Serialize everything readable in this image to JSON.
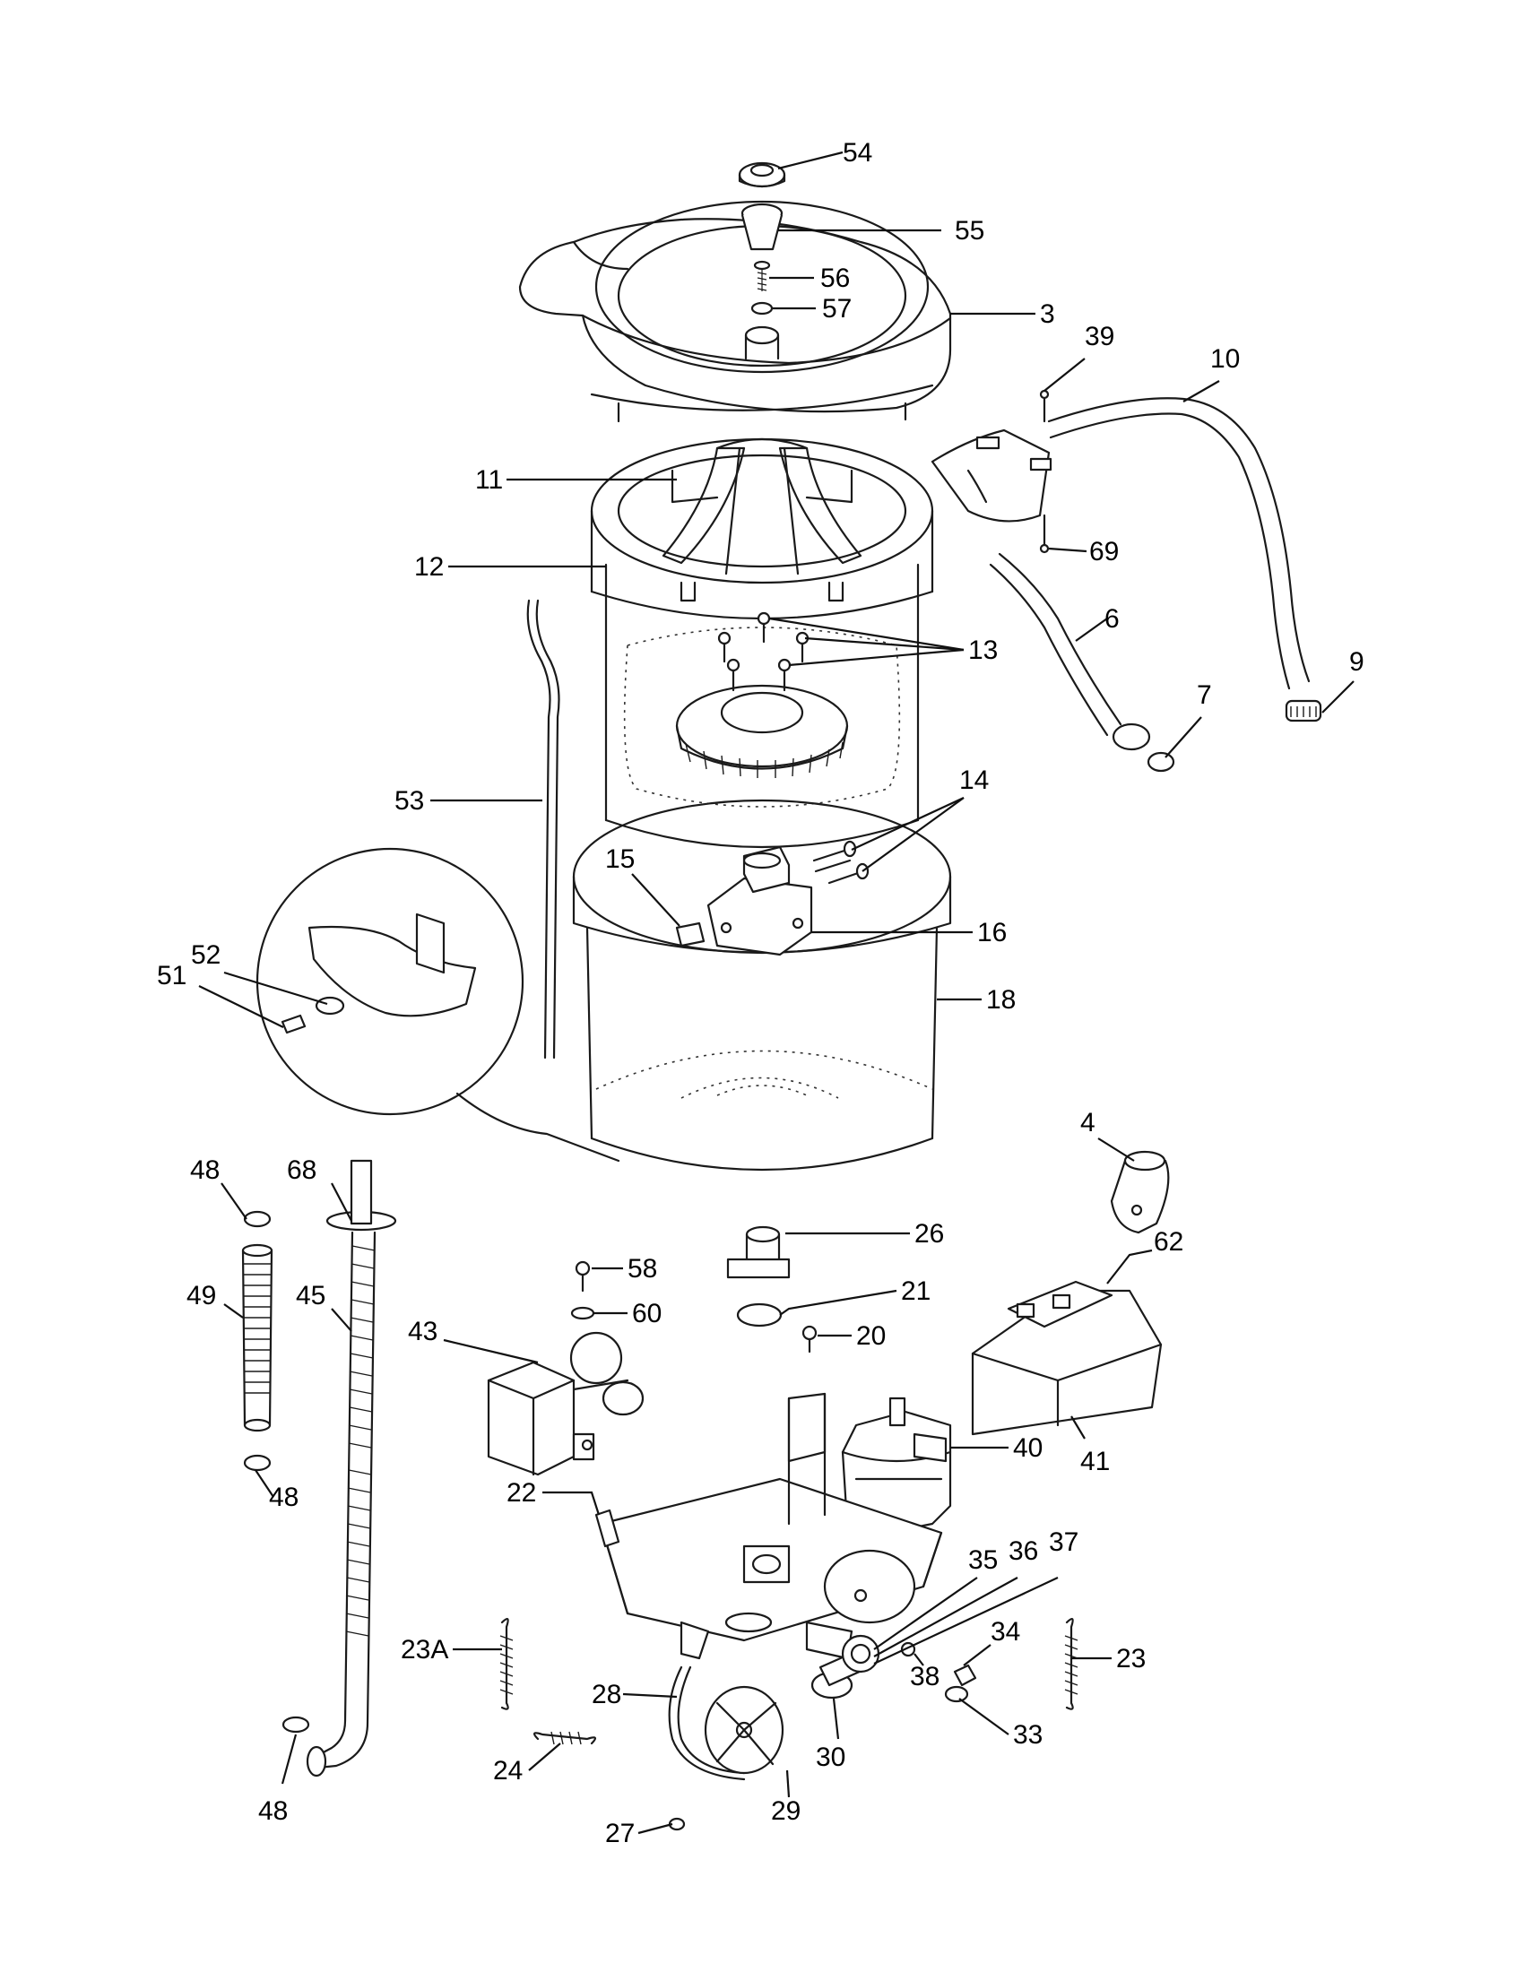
{
  "labels": [
    "54",
    "55",
    "56",
    "57",
    "3",
    "39",
    "10",
    "11",
    "69",
    "12",
    "13",
    "6",
    "9",
    "7",
    "53",
    "14",
    "15",
    "16",
    "52",
    "51",
    "18",
    "4",
    "48",
    "68",
    "26",
    "58",
    "21",
    "62",
    "49",
    "45",
    "60",
    "43",
    "20",
    "40",
    "41",
    "22",
    "35",
    "36",
    "37",
    "34",
    "23A",
    "23",
    "28",
    "38",
    "33",
    "24",
    "30",
    "27",
    "29"
  ]
}
